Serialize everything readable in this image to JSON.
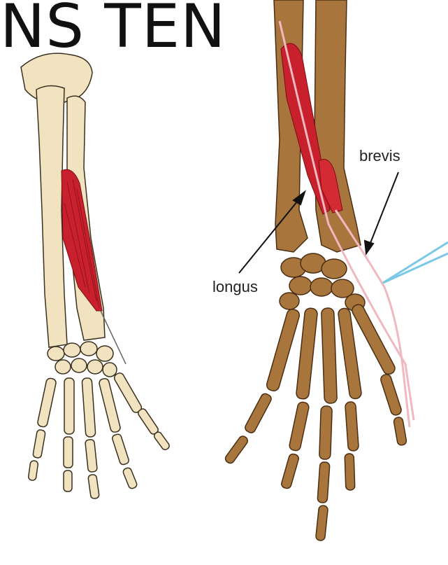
{
  "title": "NS TEN",
  "labels": {
    "longus": "longus",
    "brevis": "brevis"
  },
  "colors": {
    "muscle": "#c8202c",
    "bone_left": "#f1e2c0",
    "bone_right": "#a8753d",
    "tendon": "#f0b8c0",
    "nerve": "#7ac8e6"
  }
}
